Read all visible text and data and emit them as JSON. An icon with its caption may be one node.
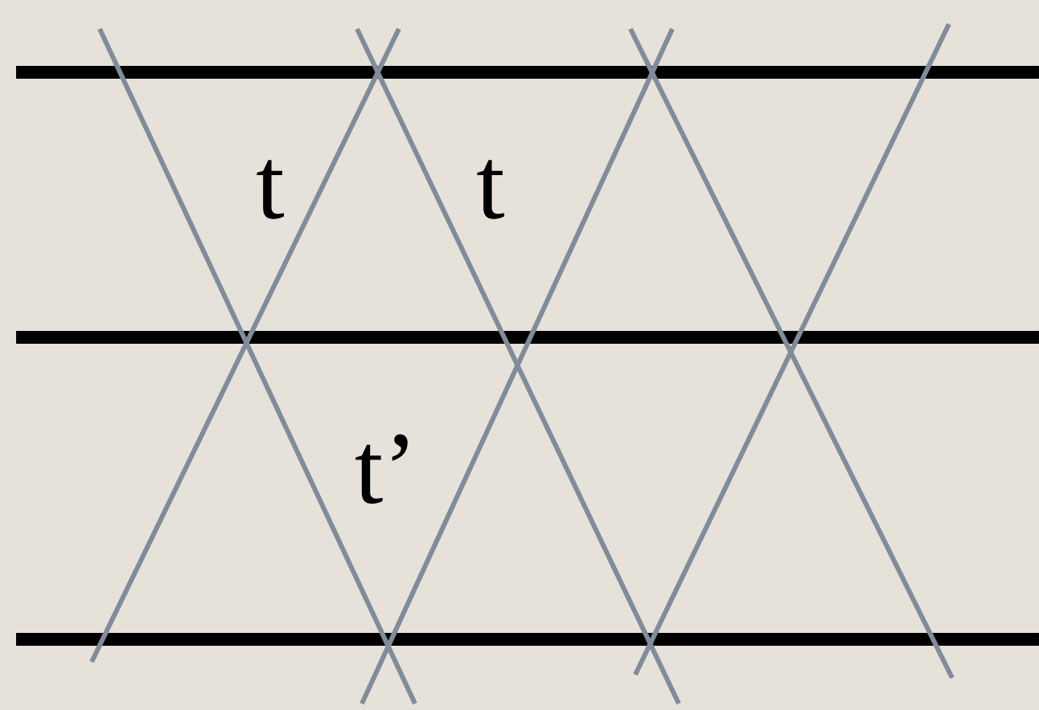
{
  "diagram": {
    "labels": [
      "t",
      "t",
      "t’"
    ]
  }
}
